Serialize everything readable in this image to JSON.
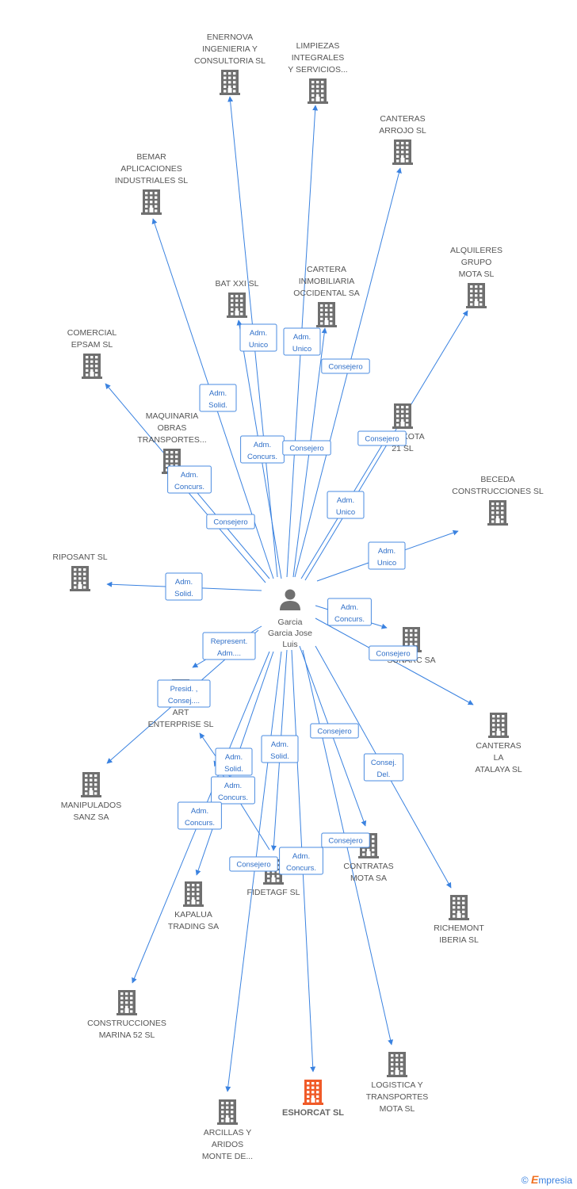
{
  "colors": {
    "edge": "#3a82e0",
    "building": "#6f6f6f",
    "highlight": "#f05a28",
    "person": "#707070"
  },
  "center": {
    "name": [
      "Garcia",
      "Garcia Jose",
      "Luis"
    ],
    "icon": "person-icon"
  },
  "companies": [
    {
      "id": "enernova",
      "lines": [
        "ENERNOVA",
        "INGENIERIA Y",
        "CONSULTORIA SL"
      ]
    },
    {
      "id": "limpiezas",
      "lines": [
        "LIMPIEZAS",
        "INTEGRALES",
        "Y SERVICIOS..."
      ]
    },
    {
      "id": "canteras-arrojo",
      "lines": [
        "CANTERAS",
        "ARROJO SL"
      ]
    },
    {
      "id": "bemar",
      "lines": [
        "BEMAR",
        "APLICACIONES",
        "INDUSTRIALES SL"
      ]
    },
    {
      "id": "alquileres",
      "lines": [
        "ALQUILERES",
        "GRUPO",
        "MOTA SL"
      ]
    },
    {
      "id": "bat-xxi",
      "lines": [
        "BAT XXI SL"
      ]
    },
    {
      "id": "cartera",
      "lines": [
        "CARTERA",
        "INMOBILIARIA",
        "OCCIDENTAL SA"
      ]
    },
    {
      "id": "comercial-epsam",
      "lines": [
        "COMERCIAL",
        "EPSAM SL"
      ]
    },
    {
      "id": "inmokota",
      "lines": [
        "INMOKOTA",
        "21 SL"
      ]
    },
    {
      "id": "maquinaria",
      "lines": [
        "MAQUINARIA",
        "OBRAS",
        "TRANSPORTES..."
      ]
    },
    {
      "id": "beceda",
      "lines": [
        "BECEDA",
        "CONSTRUCCIONES SL"
      ]
    },
    {
      "id": "riposant",
      "lines": [
        "RIPOSANT SL"
      ]
    },
    {
      "id": "sunarc",
      "lines": [
        "SUNARC SA"
      ]
    },
    {
      "id": "art-enterprise",
      "lines": [
        "ART",
        "ENTERPRISE SL"
      ]
    },
    {
      "id": "canteras-atalaya",
      "lines": [
        "CANTERAS",
        "LA",
        "ATALAYA SL"
      ]
    },
    {
      "id": "manipulados",
      "lines": [
        "MANIPULADOS",
        "SANZ SA"
      ]
    },
    {
      "id": "contratas",
      "lines": [
        "CONTRATAS",
        "MOTA SA"
      ]
    },
    {
      "id": "fidetagf",
      "lines": [
        "FIDETAGF SL"
      ]
    },
    {
      "id": "kapalua",
      "lines": [
        "KAPALUA",
        "TRADING SA"
      ]
    },
    {
      "id": "richemont",
      "lines": [
        "RICHEMONT",
        "IBERIA SL"
      ]
    },
    {
      "id": "construcciones-marina",
      "lines": [
        "CONSTRUCCIONES",
        "MARINA 52 SL"
      ]
    },
    {
      "id": "logistica",
      "lines": [
        "LOGISTICA Y",
        "TRANSPORTES",
        "MOTA SL"
      ]
    },
    {
      "id": "eshorcat",
      "lines": [
        "ESHORCAT SL"
      ],
      "highlight": true
    },
    {
      "id": "arcillas",
      "lines": [
        "ARCILLAS Y",
        "ARIDOS",
        "MONTE DE..."
      ]
    }
  ],
  "relations": [
    {
      "id": "r1",
      "lines": [
        "Adm.",
        "Unico"
      ]
    },
    {
      "id": "r2",
      "lines": [
        "Adm.",
        "Unico"
      ]
    },
    {
      "id": "r3",
      "lines": [
        "Consejero"
      ]
    },
    {
      "id": "r4",
      "lines": [
        "Adm.",
        "Solid."
      ]
    },
    {
      "id": "r5",
      "lines": [
        "Adm.",
        "Concurs."
      ]
    },
    {
      "id": "r6",
      "lines": [
        "Consejero"
      ]
    },
    {
      "id": "r7",
      "lines": [
        "Consejero"
      ]
    },
    {
      "id": "r8",
      "lines": [
        "Adm.",
        "Concurs."
      ]
    },
    {
      "id": "r9",
      "lines": [
        "Adm.",
        "Unico"
      ]
    },
    {
      "id": "r10",
      "lines": [
        "Consejero"
      ]
    },
    {
      "id": "r11",
      "lines": [
        "Adm.",
        "Unico"
      ]
    },
    {
      "id": "r12",
      "lines": [
        "Adm.",
        "Solid."
      ]
    },
    {
      "id": "r13",
      "lines": [
        "Adm.",
        "Concurs."
      ]
    },
    {
      "id": "r14",
      "lines": [
        "Represent.",
        "Adm...."
      ]
    },
    {
      "id": "r15",
      "lines": [
        "Consejero"
      ]
    },
    {
      "id": "r16",
      "lines": [
        "Presid. ,",
        "Consej...."
      ]
    },
    {
      "id": "r17",
      "lines": [
        "Consejero"
      ]
    },
    {
      "id": "r18",
      "lines": [
        "Adm.",
        "Solid."
      ]
    },
    {
      "id": "r19",
      "lines": [
        "Adm.",
        "Solid."
      ]
    },
    {
      "id": "r20",
      "lines": [
        "Consej.",
        "Del."
      ]
    },
    {
      "id": "r21",
      "lines": [
        "Adm.",
        "Concurs."
      ]
    },
    {
      "id": "r22",
      "lines": [
        "Adm.",
        "Concurs."
      ]
    },
    {
      "id": "r23",
      "lines": [
        "Consejero"
      ]
    },
    {
      "id": "r24",
      "lines": [
        "Consejero"
      ]
    },
    {
      "id": "r25",
      "lines": [
        "Adm.",
        "Concurs."
      ]
    }
  ],
  "footer": {
    "copyright": "©",
    "brand_initial": "E",
    "brand_rest": "mpresia"
  }
}
